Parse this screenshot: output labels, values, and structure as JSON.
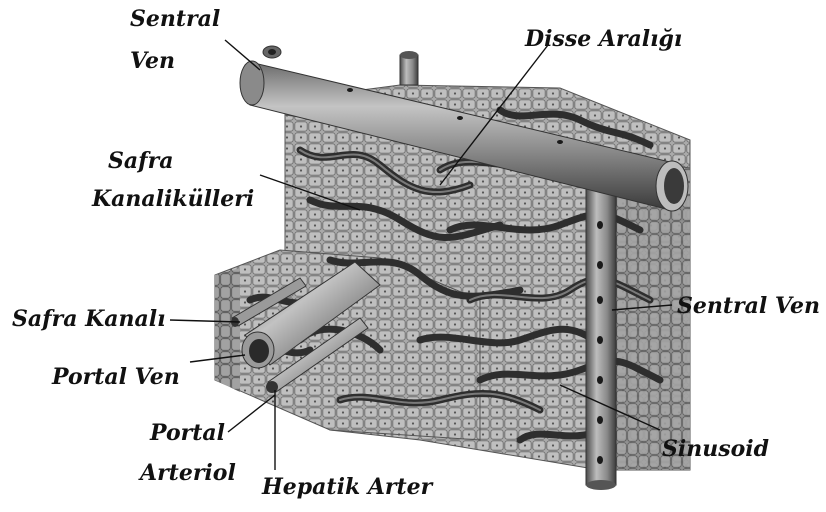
{
  "labels": {
    "sentral_ven_top_line1": "Sentral",
    "sentral_ven_top_line2": "Ven",
    "disse_araligi": "Disse Aralığı",
    "safra_kanalikulleri_line1": "Safra",
    "safra_kanalikulleri_line2": "Kanalikülleri",
    "safra_kanali": "Safra Kanalı",
    "portal_ven": "Portal Ven",
    "portal_arteriol_line1": "Portal",
    "portal_arteriol_line2": "Arteriol",
    "hepatik_arter": "Hepatik Arter",
    "sentral_ven_right": "Sentral Ven",
    "sinusoid": "Sinusoid"
  },
  "colors": {
    "tissue_light": "#b9b9b9",
    "tissue_mid": "#8f8f8f",
    "tissue_dark": "#4a4a4a",
    "vessel_light": "#a8a8a8",
    "vessel_dark": "#3c3c3c",
    "label_text": "#111111"
  }
}
